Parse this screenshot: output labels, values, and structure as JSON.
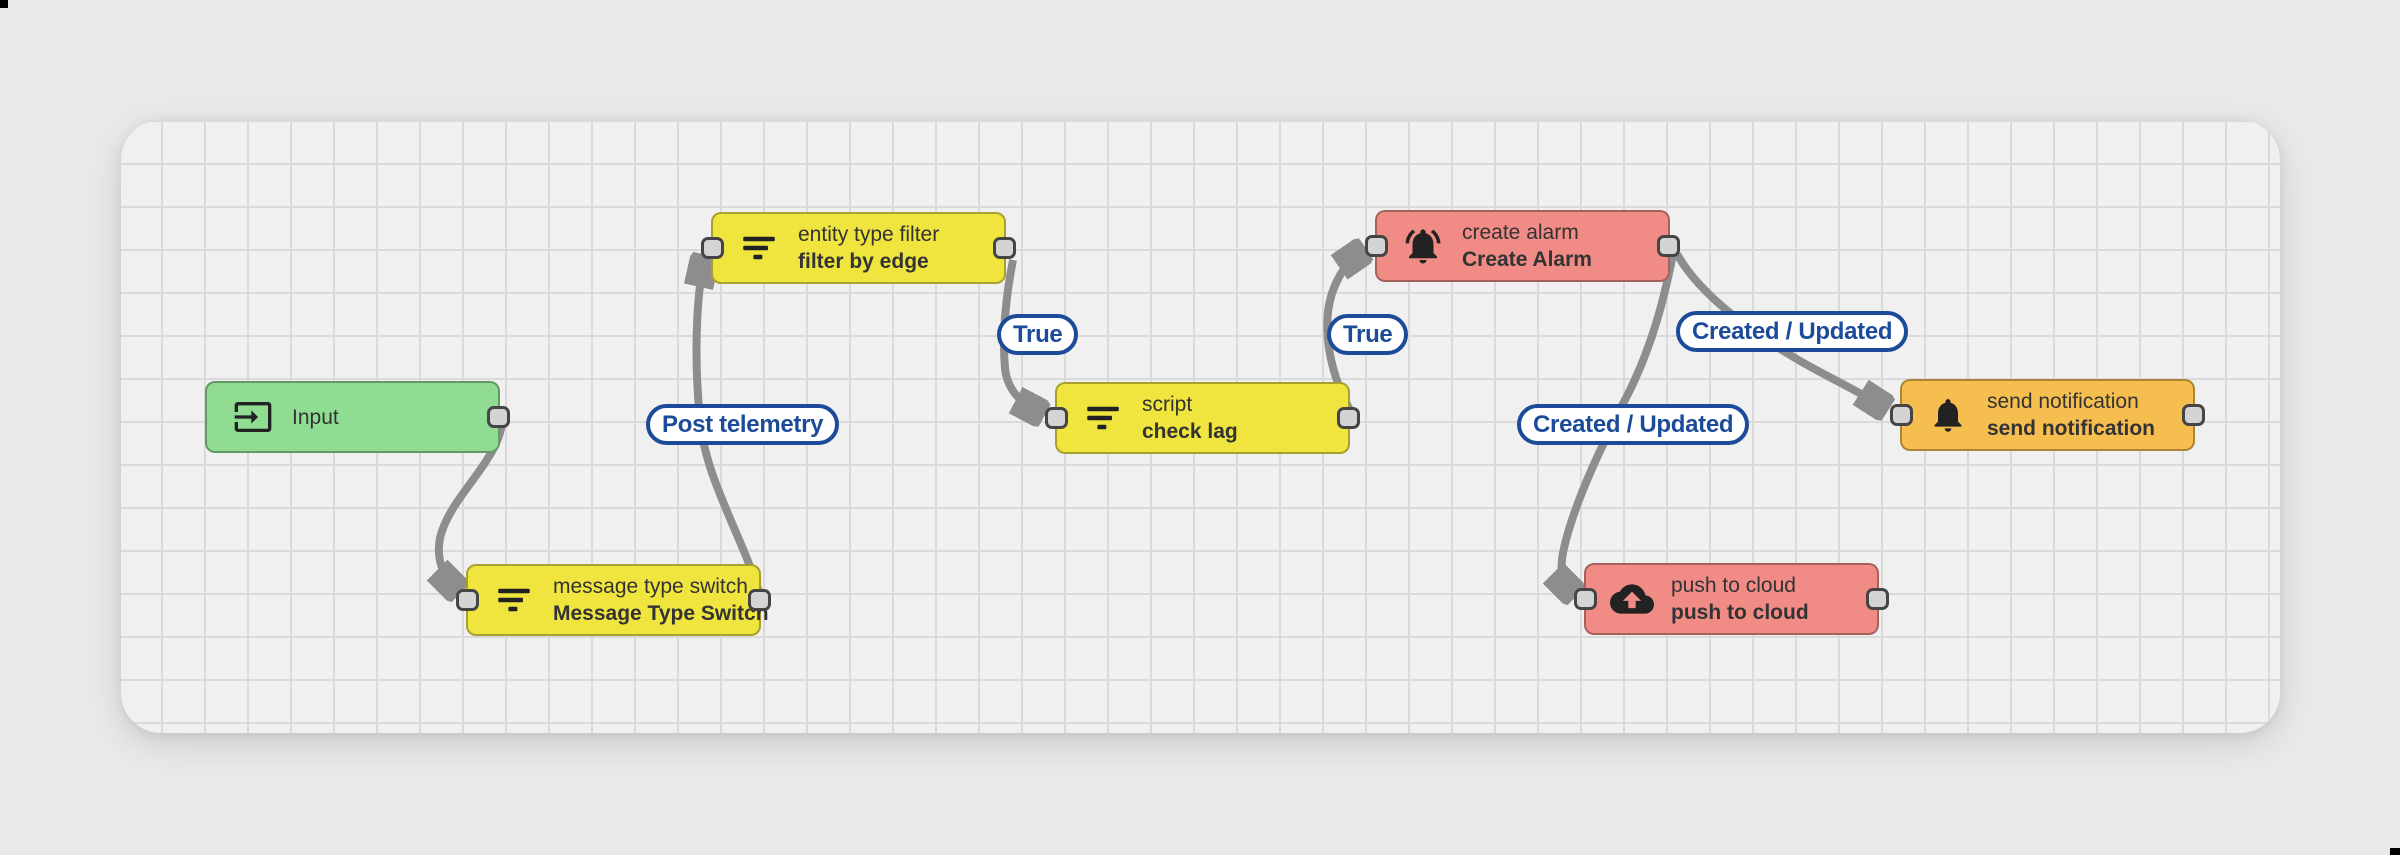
{
  "canvas": {
    "kind": "rule-chain-grid-canvas"
  },
  "nodes": {
    "input": {
      "title": "Input"
    },
    "message_type_switch": {
      "title": "message type switch",
      "name": "Message Type Switch"
    },
    "entity_type_filter": {
      "title": "entity type filter",
      "name": "filter by edge"
    },
    "script": {
      "title": "script",
      "name": "check lag"
    },
    "create_alarm": {
      "title": "create alarm",
      "name": "Create Alarm"
    },
    "send_notification": {
      "title": "send notification",
      "name": "send notification"
    },
    "push_to_cloud": {
      "title": "push to cloud",
      "name": "push to cloud"
    }
  },
  "edge_labels": {
    "post_telemetry": "Post telemetry",
    "true_to_script": "True",
    "true_to_alarm": "True",
    "created_updated_to_notification": "Created / Updated",
    "created_updated_to_cloud": "Created / Updated"
  },
  "flow": {
    "edges": [
      {
        "from": "input",
        "to": "message_type_switch",
        "label": ""
      },
      {
        "from": "message_type_switch",
        "to": "entity_type_filter",
        "label": "Post telemetry"
      },
      {
        "from": "entity_type_filter",
        "to": "script",
        "label": "True"
      },
      {
        "from": "script",
        "to": "create_alarm",
        "label": "True"
      },
      {
        "from": "create_alarm",
        "to": "send_notification",
        "label": "Created / Updated"
      },
      {
        "from": "create_alarm",
        "to": "push_to_cloud",
        "label": "Created / Updated"
      }
    ]
  },
  "icons": {
    "input": "input-arrow-icon",
    "message_type_switch": "filter-list-icon",
    "entity_type_filter": "filter-list-icon",
    "script": "filter-list-icon",
    "create_alarm": "bell-ring-icon",
    "send_notification": "bell-icon",
    "push_to_cloud": "cloud-upload-icon"
  },
  "colors": {
    "page_bg": "#e8e9eb",
    "canvas_bg": "#f0f0f1",
    "grid_line": "#dadada",
    "input_node": "#90dc93",
    "filter_node": "#efe53e",
    "action_node": "#f08b85",
    "external_node": "#f6bd4f",
    "edge": "#8d8d8d",
    "label_accent": "#1b4b99"
  }
}
